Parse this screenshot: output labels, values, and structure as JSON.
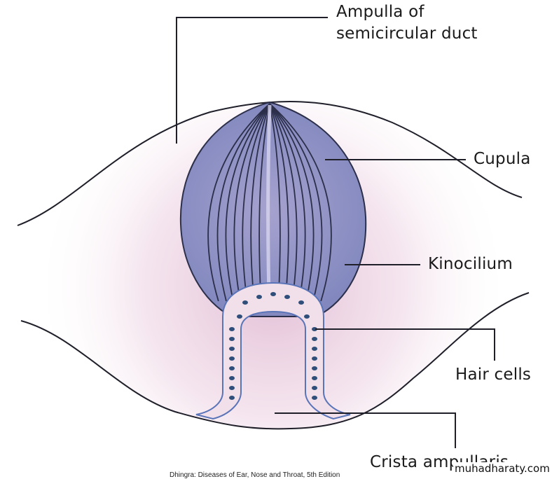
{
  "labels": {
    "ampulla_line1": "Ampulla of",
    "ampulla_line2": "semicircular duct",
    "cupula": "Cupula",
    "kinocilium": "Kinocilium",
    "hair_cells": "Hair cells",
    "crista": "Crista ampullaris"
  },
  "caption": "Dhingra: Diseases of Ear, Nose and Throat, 5th Edition",
  "watermark": "muhadharaty.com",
  "colors": {
    "cupula_fill": "#8a8fc2",
    "outline": "#2c2f4a",
    "crista_fill": "#efdde9",
    "crista_outline": "#5a74b8",
    "glow": "#e9c9de"
  }
}
